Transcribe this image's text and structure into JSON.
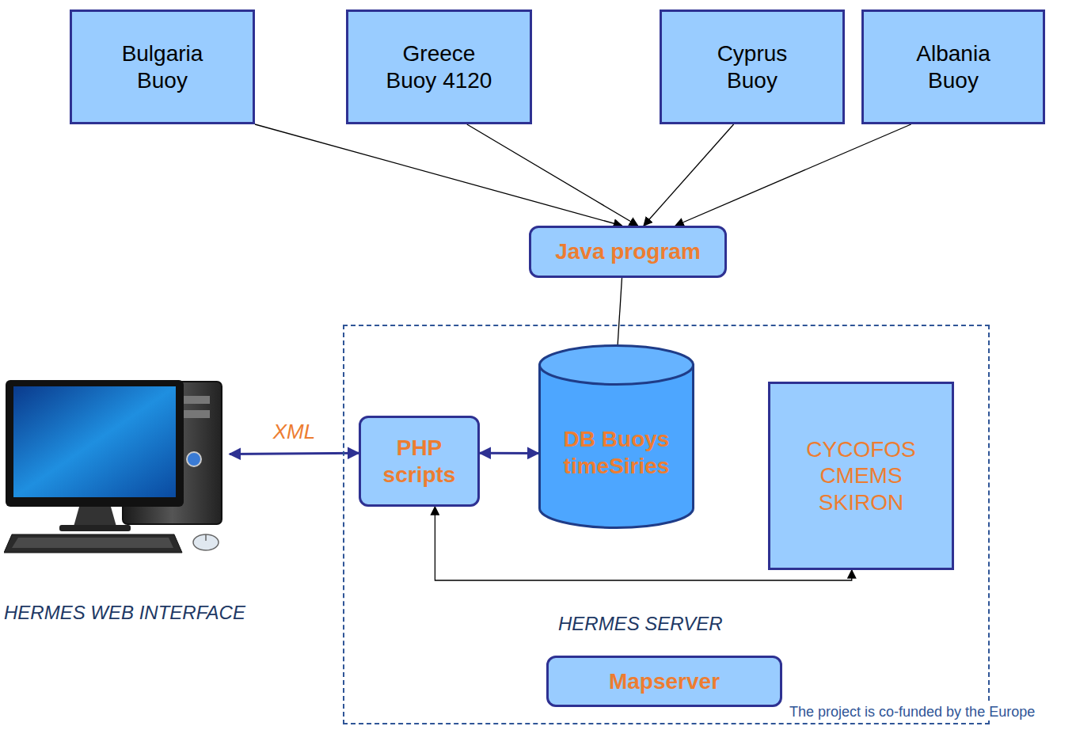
{
  "diagram": {
    "nodes": [
      {
        "text": [
          "Bulgaria Buoy"
        ]
      },
      {
        "text": [
          "Greece Buoy 4120"
        ]
      },
      {
        "text": [
          "Cyprus Buoy"
        ]
      },
      {
        "text": [
          "Albania Buoy"
        ]
      },
      {
        "text": [
          "Java program"
        ]
      },
      {
        "text": [
          "HERMES SERVER"
        ]
      },
      {
        "text": [
          "PHP scripts"
        ],
        "in": 5
      },
      {
        "text": [
          "DB Buoys timeSiries"
        ],
        "in": 5
      },
      {
        "text": [
          "CYCOFOS CMEMS SKIRON"
        ],
        "in": 5
      },
      {
        "text": [
          "Mapserver"
        ],
        "in": 5
      },
      {
        "text": [
          "HERMES WEB INTERFACE"
        ]
      }
    ],
    "edges": [
      {
        "from": 0,
        "to": 4,
        "arrow": "to"
      },
      {
        "from": 1,
        "to": 4,
        "arrow": "to"
      },
      {
        "from": 2,
        "to": 4,
        "arrow": "to"
      },
      {
        "from": 3,
        "to": 4,
        "arrow": "to"
      },
      {
        "from": 4,
        "to": 7,
        "arrow": "to"
      },
      {
        "from": 10,
        "to": 6,
        "arrow": "both",
        "label": "XML"
      },
      {
        "from": 6,
        "to": 7,
        "arrow": "both"
      },
      {
        "from": 6,
        "to": 8,
        "arrow": "both"
      }
    ],
    "labels": [
      "The project is co-funded by the Europe"
    ]
  }
}
